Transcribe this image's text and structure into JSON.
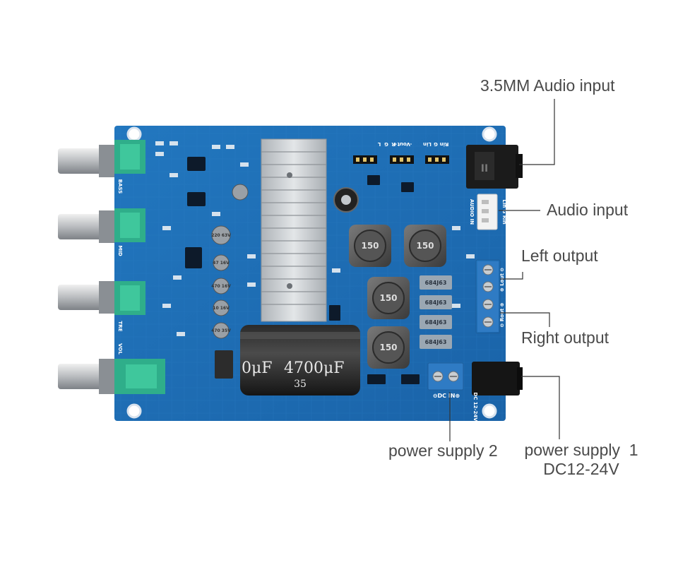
{
  "callouts": {
    "audio_35mm": "3.5MM Audio input",
    "audio_input": "Audio input",
    "left_output": "Left output",
    "right_output": "Right output",
    "power_supply_2": "power supply 2",
    "power_supply_1_line1": "power supply  1",
    "power_supply_1_line2": "DC12-24V"
  },
  "board": {
    "knob_labels": [
      "BASS",
      "MID",
      "TRE",
      "VOL"
    ],
    "header_labels": [
      "L",
      "G",
      "R",
      "-Vout+",
      "Lin",
      "G",
      "Rin"
    ],
    "audio_in_label": "AUDIO IN",
    "lin_g_rin_label": "Lin G Rin",
    "lout_label": "⊕ Lout ⊖",
    "rout_label": "⊖ Rout ⊕",
    "dc_in_label": "⊖DC IN⊕",
    "dc_voltage_label": "DC 12-24V",
    "inductor_labels": [
      "150",
      "150",
      "150",
      "150"
    ],
    "film_cap_labels": [
      "684J63",
      "684J63",
      "684J63",
      "684J63"
    ],
    "main_cap_value": "4700μF",
    "main_cap_value_partial": "0μF",
    "main_cap_voltage": "35",
    "small_cap_labels": [
      "220 63V",
      "47 16V",
      "470 16V",
      "10 16V",
      "470 35V"
    ]
  },
  "colors": {
    "pcb": "#1e6fb5",
    "pcb_dark": "#17589a",
    "heatsink": "#c9cdd1",
    "terminal_green": "#38b48c",
    "terminal_blue": "#2f7bc4",
    "label_text": "#4a4a4a",
    "leader_line": "#333333"
  }
}
